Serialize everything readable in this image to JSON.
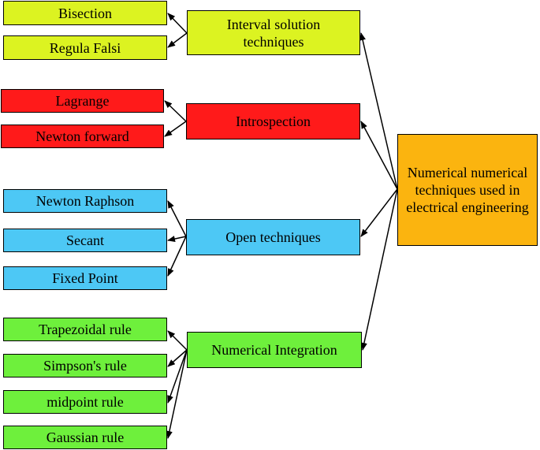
{
  "root": {
    "label": "Numerical numerical techniques used in electrical engineering"
  },
  "categories": [
    {
      "label": "Interval solution techniques",
      "color": "#dcf321",
      "children": [
        "Bisection",
        "Regula Falsi"
      ]
    },
    {
      "label": "Introspection",
      "color": "#ff1a1a",
      "children": [
        "Lagrange",
        "Newton forward"
      ]
    },
    {
      "label": "Open techniques",
      "color": "#4dc8f5",
      "children": [
        "Newton Raphson",
        "Secant",
        "Fixed Point"
      ]
    },
    {
      "label": "Numerical Integration",
      "color": "#6ef03c",
      "children": [
        "Trapezoidal rule",
        "Simpson's rule",
        "midpoint rule",
        "Gaussian rule"
      ]
    }
  ]
}
